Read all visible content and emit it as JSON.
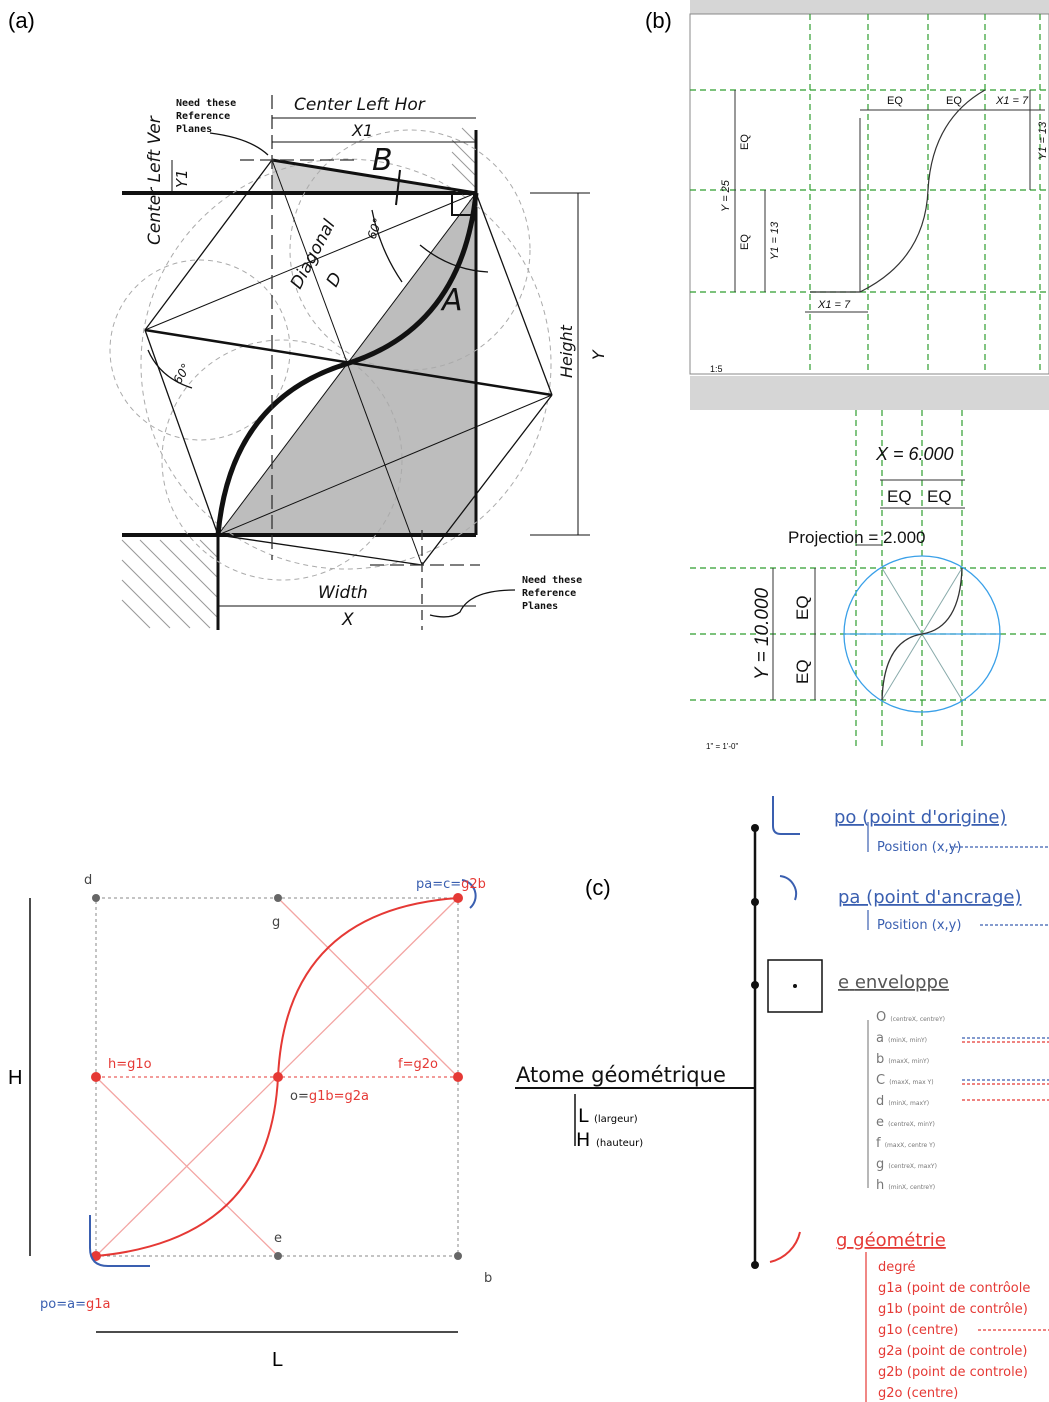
{
  "panel_labels": {
    "a": "(a)",
    "b": "(b)",
    "c": "(c)"
  },
  "panel_a": {
    "need_planes_top": [
      "Need these",
      "Reference",
      "Planes"
    ],
    "need_planes_bottom": [
      "Need these",
      "Reference",
      "Planes"
    ],
    "center_left_hor": "Center Left Hor",
    "center_left_ver": "Center Left Ver",
    "x1": "X1",
    "y1": "Y1",
    "b": "B",
    "a": "A",
    "diagonal": "Diagonal",
    "d": "D",
    "angle_top": "60°",
    "angle_left": "60°",
    "height": "Height",
    "y": "Y",
    "width": "Width",
    "x": "X"
  },
  "panel_b_top": {
    "eq1": "EQ",
    "eq2": "EQ",
    "x1_top": "X1 = 7",
    "y1_right": "Y1 = 13",
    "y": "Y = 25",
    "eq_v1": "EQ",
    "eq_v2": "EQ",
    "y1_left": "Y1 = 13",
    "x1_bottom": "X1 = 7",
    "scale": "1:5"
  },
  "panel_b_bottom": {
    "x": "X = 6.000",
    "eq1": "EQ",
    "eq2": "EQ",
    "projection": "Projection = 2.000",
    "y": "Y = 10.000",
    "eq_v1": "EQ",
    "eq_v2": "EQ",
    "scale": "1\" = 1'-0\""
  },
  "panel_c_left": {
    "d": "d",
    "g": "g",
    "pa": "pa=c=",
    "pa_red": "g2b",
    "h": "h=g1o",
    "f": "f=g2o",
    "o": "o=",
    "o_red": "g1b=g2a",
    "e": "e",
    "b": "b",
    "po": "po=a=",
    "po_red": "g1a",
    "H": "H",
    "L": "L"
  },
  "panel_c_right": {
    "atome": "Atome géométrique",
    "largeur_L": "L",
    "largeur": "(largeur)",
    "hauteur_H": "H",
    "hauteur": "(hauteur)",
    "po": "po (point d'origine)",
    "po_pos": "Position (x,y)",
    "pa": "pa (point d'ancrage)",
    "pa_pos": "Position (x,y)",
    "e_letter": "e",
    "e_word": "enveloppe",
    "env_items": [
      {
        "k": "O",
        "v": "(centreX, centreY)"
      },
      {
        "k": "a",
        "v": "(minX, minY)"
      },
      {
        "k": "b",
        "v": "(maxX, minY)"
      },
      {
        "k": "C",
        "v": "(maxX, max Y)"
      },
      {
        "k": "d",
        "v": "(minX, maxY)"
      },
      {
        "k": "e",
        "v": "(centreX, minY)"
      },
      {
        "k": "f",
        "v": "(maxX, centre Y)"
      },
      {
        "k": "g",
        "v": "(centreX, maxY)"
      },
      {
        "k": "h",
        "v": "(minX, centreY)"
      }
    ],
    "g_title": "g géométrie",
    "g_items": [
      "degré",
      "g1a (point de contrôole",
      "g1b (point de contrôle)",
      "g1o (centre)",
      "g2a (point de controle)",
      "g2b (point de controle)",
      "g2o (centre)"
    ]
  },
  "colors": {
    "blue": "#3a5fb0",
    "red": "#e53935",
    "green": "#2e9e2e",
    "gray_fill": "#bdbdbd"
  }
}
